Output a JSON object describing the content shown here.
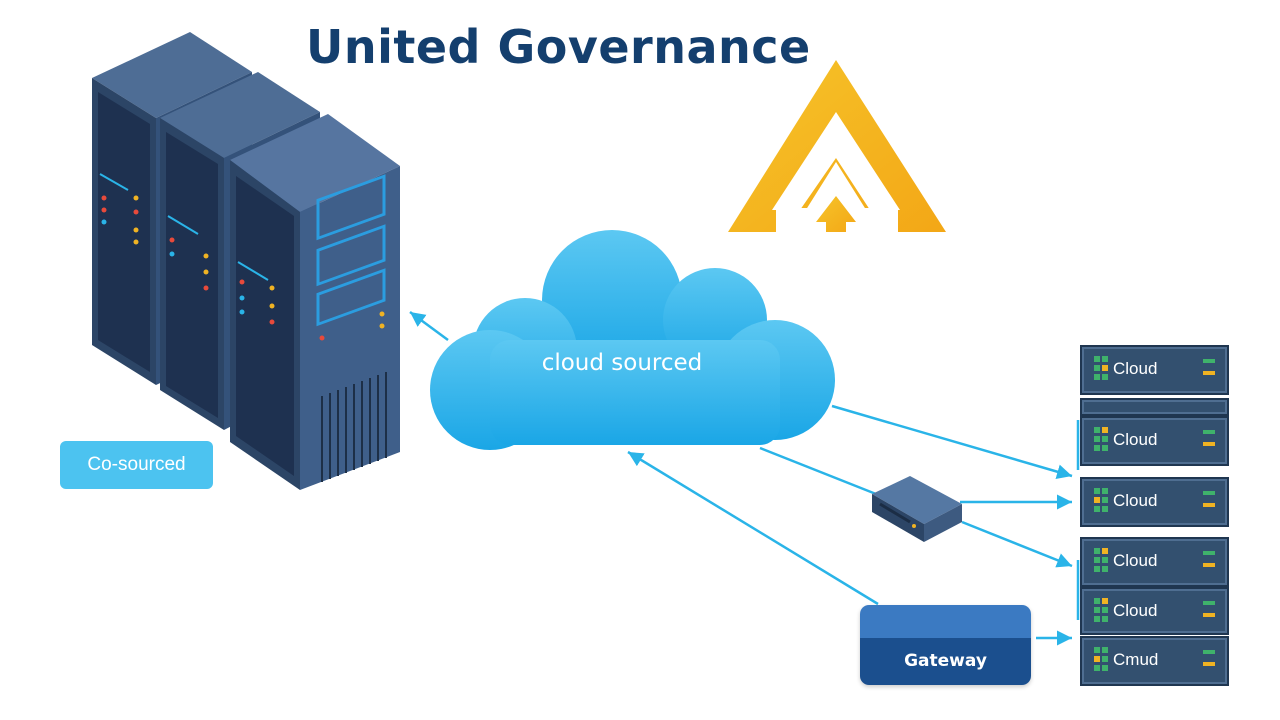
{
  "title": "United Governance",
  "left_label": "Co-sourced",
  "cloud_label": "cloud sourced",
  "gateway_label": "Gateway",
  "rack_units": [
    {
      "label": "Cloud"
    },
    {
      "label": "Cloud"
    },
    {
      "label": "Cloud"
    },
    {
      "label": "Cloud"
    },
    {
      "label": "Cloud"
    },
    {
      "label": "Cmud"
    }
  ],
  "colors": {
    "title": "#143f6e",
    "cloud": "#29abe8",
    "connector": "#2ab4e8",
    "server": "#3d5a80",
    "logo": "#f7b51c",
    "gateway_top": "#3b7ac2",
    "gateway_bottom": "#1b4f8e"
  },
  "icons": [
    "server-rack-icon",
    "cloud-icon",
    "warning-triangle-logo-icon",
    "router-icon",
    "rack-unit-icon"
  ]
}
